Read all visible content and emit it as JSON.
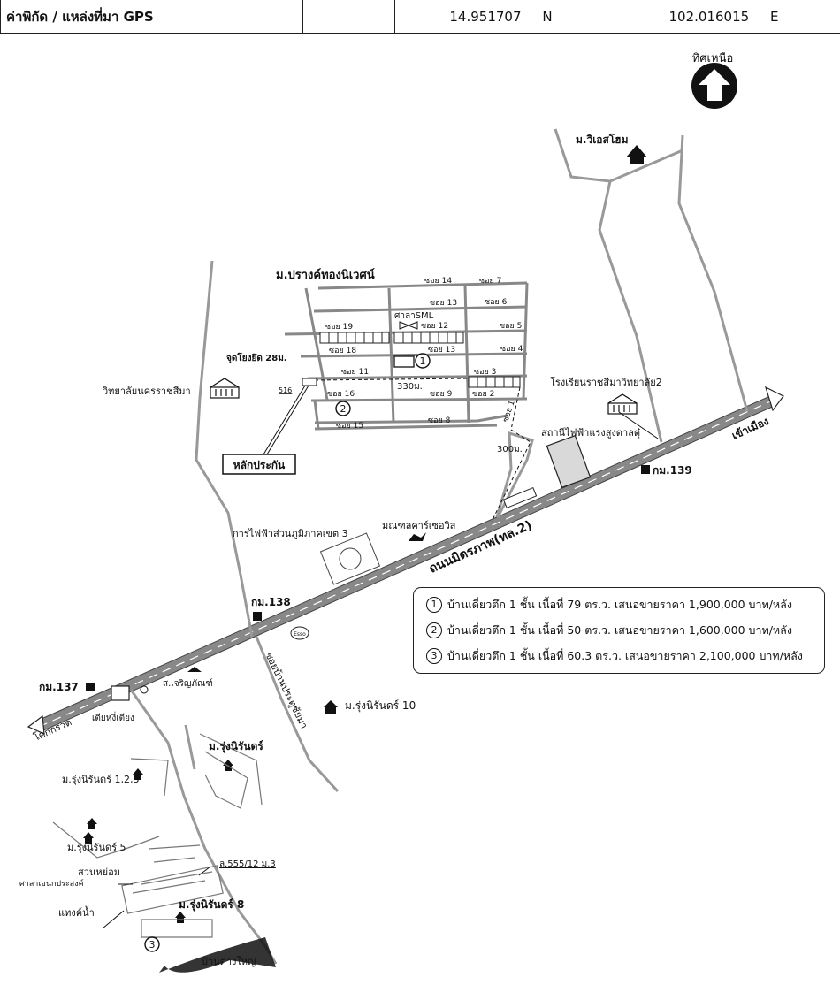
{
  "header": {
    "label": "ค่าพิกัด / แหล่งที่มา GPS",
    "latitude": "14.951707",
    "lat_dir": "N",
    "longitude": "102.016015",
    "lon_dir": "E"
  },
  "map": {
    "north_label": "ทิศเหนือ",
    "village_main": "ม.ปรางค์ทองนิเวศน์",
    "village_ves": "ม.วิเอสโฮม",
    "school_left": "วิทยาลัยนครราชสีมา",
    "school_right": "โรงเรียนราชสีมาวิทยาลัย2",
    "landmark_reference": "จุดโยงยึด 28ม.",
    "reference_code": "516",
    "landmark_post": "หลักประกัน",
    "sala": "ศาลาSML",
    "substation": "สถานีไฟฟ้าแรงสูงตาลตุ๋",
    "pea_office": "การไฟฟ้าส่วนภูมิภาคเขต 3",
    "car_care": "มณฑลคาร์เซอวิส",
    "main_road": "ถนนมิตรภาพ(ทล.2)",
    "to_city": "เข้าเมือง",
    "to_khokkruat": "โคกกรวด",
    "km139": "กม.139",
    "km138": "กม.138",
    "km137": "กม.137",
    "esso": "Esso",
    "soi_pratoo": "ซอยบ้านประตูชัยมา",
    "rungnirun10": "ม.รุ่งนิรันดร์ 10",
    "rungnirun": "ม.รุ่งนิรันดร์",
    "rungnirun123": "ม.รุ่งนิรันดร์ 1,2,3",
    "rungnirun5": "ม.รุ่งนิรันดร์ 5",
    "rungnirun8": "ม.รุ่งนิรันดร์ 8",
    "charoen": "ส.เจริญภัณฑ์",
    "tiew_hang_tiang": "เตียหงี่เตียง",
    "suan_nom": "สวนหย่อม",
    "sala_prasong": "ศาลาเอนกประสงค์",
    "water_tank": "แทงค์น้ำ",
    "address": "ล.555/12 ม.3",
    "ban_ta_yai": "บ้านต่างใหญ่",
    "dist_330": "330ม.",
    "dist_300": "300ม.",
    "soi": {
      "s14": "ซอย 14",
      "s7": "ซอย 7",
      "s13a": "ซอย 13",
      "s6": "ซอย 6",
      "s12": "ซอย 12",
      "s5": "ซอย 5",
      "s19": "ซอย 19",
      "s18": "ซอย 18",
      "s13b": "ซอย 13",
      "s4": "ซอย 4",
      "s11": "ซอย 11",
      "s3": "ซอย 3",
      "s16": "ซอย 16",
      "s9": "ซอย 9",
      "s2": "ซอย 2",
      "s15": "ซอย 15",
      "s8": "ซอย 8",
      "s1": "ซอย 1"
    },
    "markers": {
      "m1": "1",
      "m2": "2",
      "m3": "3"
    }
  },
  "legend": [
    {
      "num": "1",
      "text": "บ้านเดี่ยวตึก 1 ชั้น เนื้อที่ 79 ตร.ว. เสนอขายราคา 1,900,000 บาท/หลัง"
    },
    {
      "num": "2",
      "text": "บ้านเดี่ยวตึก 1 ชั้น เนื้อที่ 50 ตร.ว. เสนอขายราคา 1,600,000 บาท/หลัง"
    },
    {
      "num": "3",
      "text": "บ้านเดี่ยวตึก 1 ชั้น เนื้อที่ 60.3 ตร.ว. เสนอขายราคา 2,100,000 บาท/หลัง"
    }
  ]
}
